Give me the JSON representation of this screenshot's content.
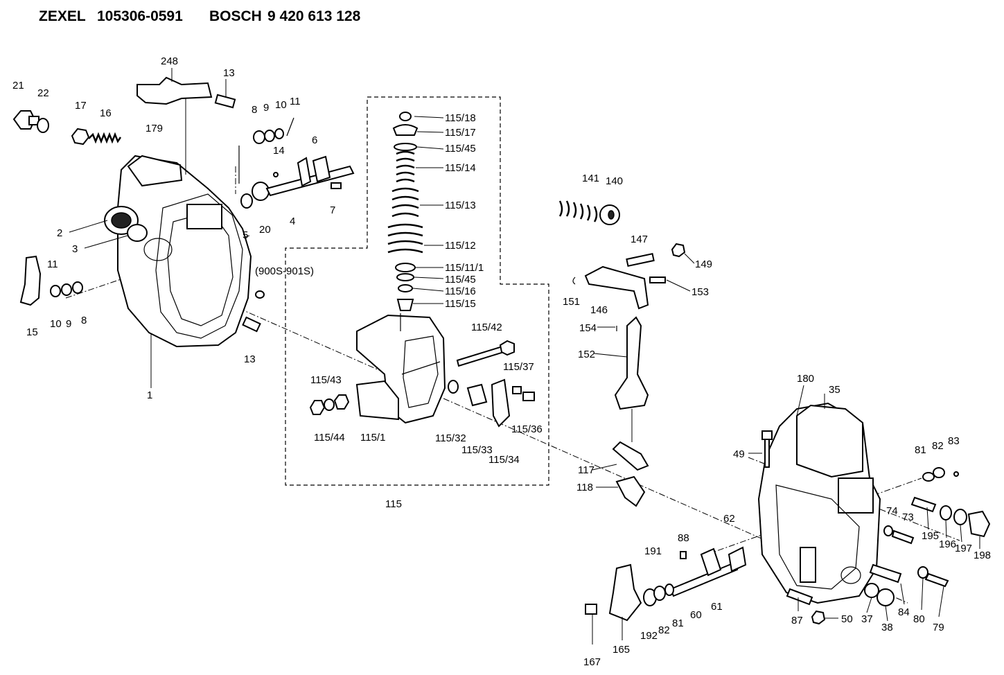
{
  "header": {
    "maker": "ZEXEL",
    "part_no": "105306-0591",
    "brand": "BOSCH",
    "brand_no": "9 420 613 128"
  },
  "callouts": [
    {
      "id": "248",
      "text": "248"
    },
    {
      "id": "13a",
      "text": "13"
    },
    {
      "id": "21",
      "text": "21"
    },
    {
      "id": "22",
      "text": "22"
    },
    {
      "id": "17",
      "text": "17"
    },
    {
      "id": "16",
      "text": "16"
    },
    {
      "id": "179",
      "text": "179"
    },
    {
      "id": "8a",
      "text": "8"
    },
    {
      "id": "9a",
      "text": "9"
    },
    {
      "id": "10a",
      "text": "10"
    },
    {
      "id": "11a",
      "text": "11"
    },
    {
      "id": "14",
      "text": "14"
    },
    {
      "id": "6",
      "text": "6"
    },
    {
      "id": "7",
      "text": "7"
    },
    {
      "id": "5",
      "text": "5"
    },
    {
      "id": "20",
      "text": "20"
    },
    {
      "id": "4",
      "text": "4"
    },
    {
      "id": "2",
      "text": "2"
    },
    {
      "id": "3",
      "text": "3"
    },
    {
      "id": "900s",
      "text": "(900S-901S)"
    },
    {
      "id": "11b",
      "text": "11"
    },
    {
      "id": "10b",
      "text": "10"
    },
    {
      "id": "9b",
      "text": "9"
    },
    {
      "id": "8b",
      "text": "8"
    },
    {
      "id": "15",
      "text": "15"
    },
    {
      "id": "13b",
      "text": "13"
    },
    {
      "id": "1",
      "text": "1"
    },
    {
      "id": "115_18",
      "text": "115/18"
    },
    {
      "id": "115_17",
      "text": "115/17"
    },
    {
      "id": "115_45a",
      "text": "115/45"
    },
    {
      "id": "115_14",
      "text": "115/14"
    },
    {
      "id": "115_13",
      "text": "115/13"
    },
    {
      "id": "115_12",
      "text": "115/12"
    },
    {
      "id": "115_11_1",
      "text": "115/11/1"
    },
    {
      "id": "115_45b",
      "text": "115/45"
    },
    {
      "id": "115_16",
      "text": "115/16"
    },
    {
      "id": "115_15",
      "text": "115/15"
    },
    {
      "id": "115_42",
      "text": "115/42"
    },
    {
      "id": "115_37",
      "text": "115/37"
    },
    {
      "id": "115_43",
      "text": "115/43"
    },
    {
      "id": "115_44",
      "text": "115/44"
    },
    {
      "id": "115_1",
      "text": "115/1"
    },
    {
      "id": "115_32",
      "text": "115/32"
    },
    {
      "id": "115_33",
      "text": "115/33"
    },
    {
      "id": "115_34",
      "text": "115/34"
    },
    {
      "id": "115_36",
      "text": "115/36"
    },
    {
      "id": "115",
      "text": "115"
    },
    {
      "id": "141",
      "text": "141"
    },
    {
      "id": "140",
      "text": "140"
    },
    {
      "id": "147",
      "text": "147"
    },
    {
      "id": "149",
      "text": "149"
    },
    {
      "id": "151",
      "text": "151"
    },
    {
      "id": "146",
      "text": "146"
    },
    {
      "id": "153",
      "text": "153"
    },
    {
      "id": "154",
      "text": "154"
    },
    {
      "id": "152",
      "text": "152"
    },
    {
      "id": "117",
      "text": "117"
    },
    {
      "id": "118",
      "text": "118"
    },
    {
      "id": "180",
      "text": "180"
    },
    {
      "id": "35",
      "text": "35"
    },
    {
      "id": "49",
      "text": "49"
    },
    {
      "id": "81a",
      "text": "81"
    },
    {
      "id": "82a",
      "text": "82"
    },
    {
      "id": "83",
      "text": "83"
    },
    {
      "id": "74",
      "text": "74"
    },
    {
      "id": "73",
      "text": "73"
    },
    {
      "id": "195",
      "text": "195"
    },
    {
      "id": "196",
      "text": "196"
    },
    {
      "id": "197",
      "text": "197"
    },
    {
      "id": "198",
      "text": "198"
    },
    {
      "id": "62",
      "text": "62"
    },
    {
      "id": "88",
      "text": "88"
    },
    {
      "id": "191",
      "text": "191"
    },
    {
      "id": "192",
      "text": "192"
    },
    {
      "id": "82b",
      "text": "82"
    },
    {
      "id": "81b",
      "text": "81"
    },
    {
      "id": "60",
      "text": "60"
    },
    {
      "id": "61",
      "text": "61"
    },
    {
      "id": "167",
      "text": "167"
    },
    {
      "id": "165",
      "text": "165"
    },
    {
      "id": "87",
      "text": "87"
    },
    {
      "id": "50",
      "text": "50"
    },
    {
      "id": "37",
      "text": "37"
    },
    {
      "id": "38",
      "text": "38"
    },
    {
      "id": "84",
      "text": "84"
    },
    {
      "id": "80",
      "text": "80"
    },
    {
      "id": "79",
      "text": "79"
    }
  ]
}
